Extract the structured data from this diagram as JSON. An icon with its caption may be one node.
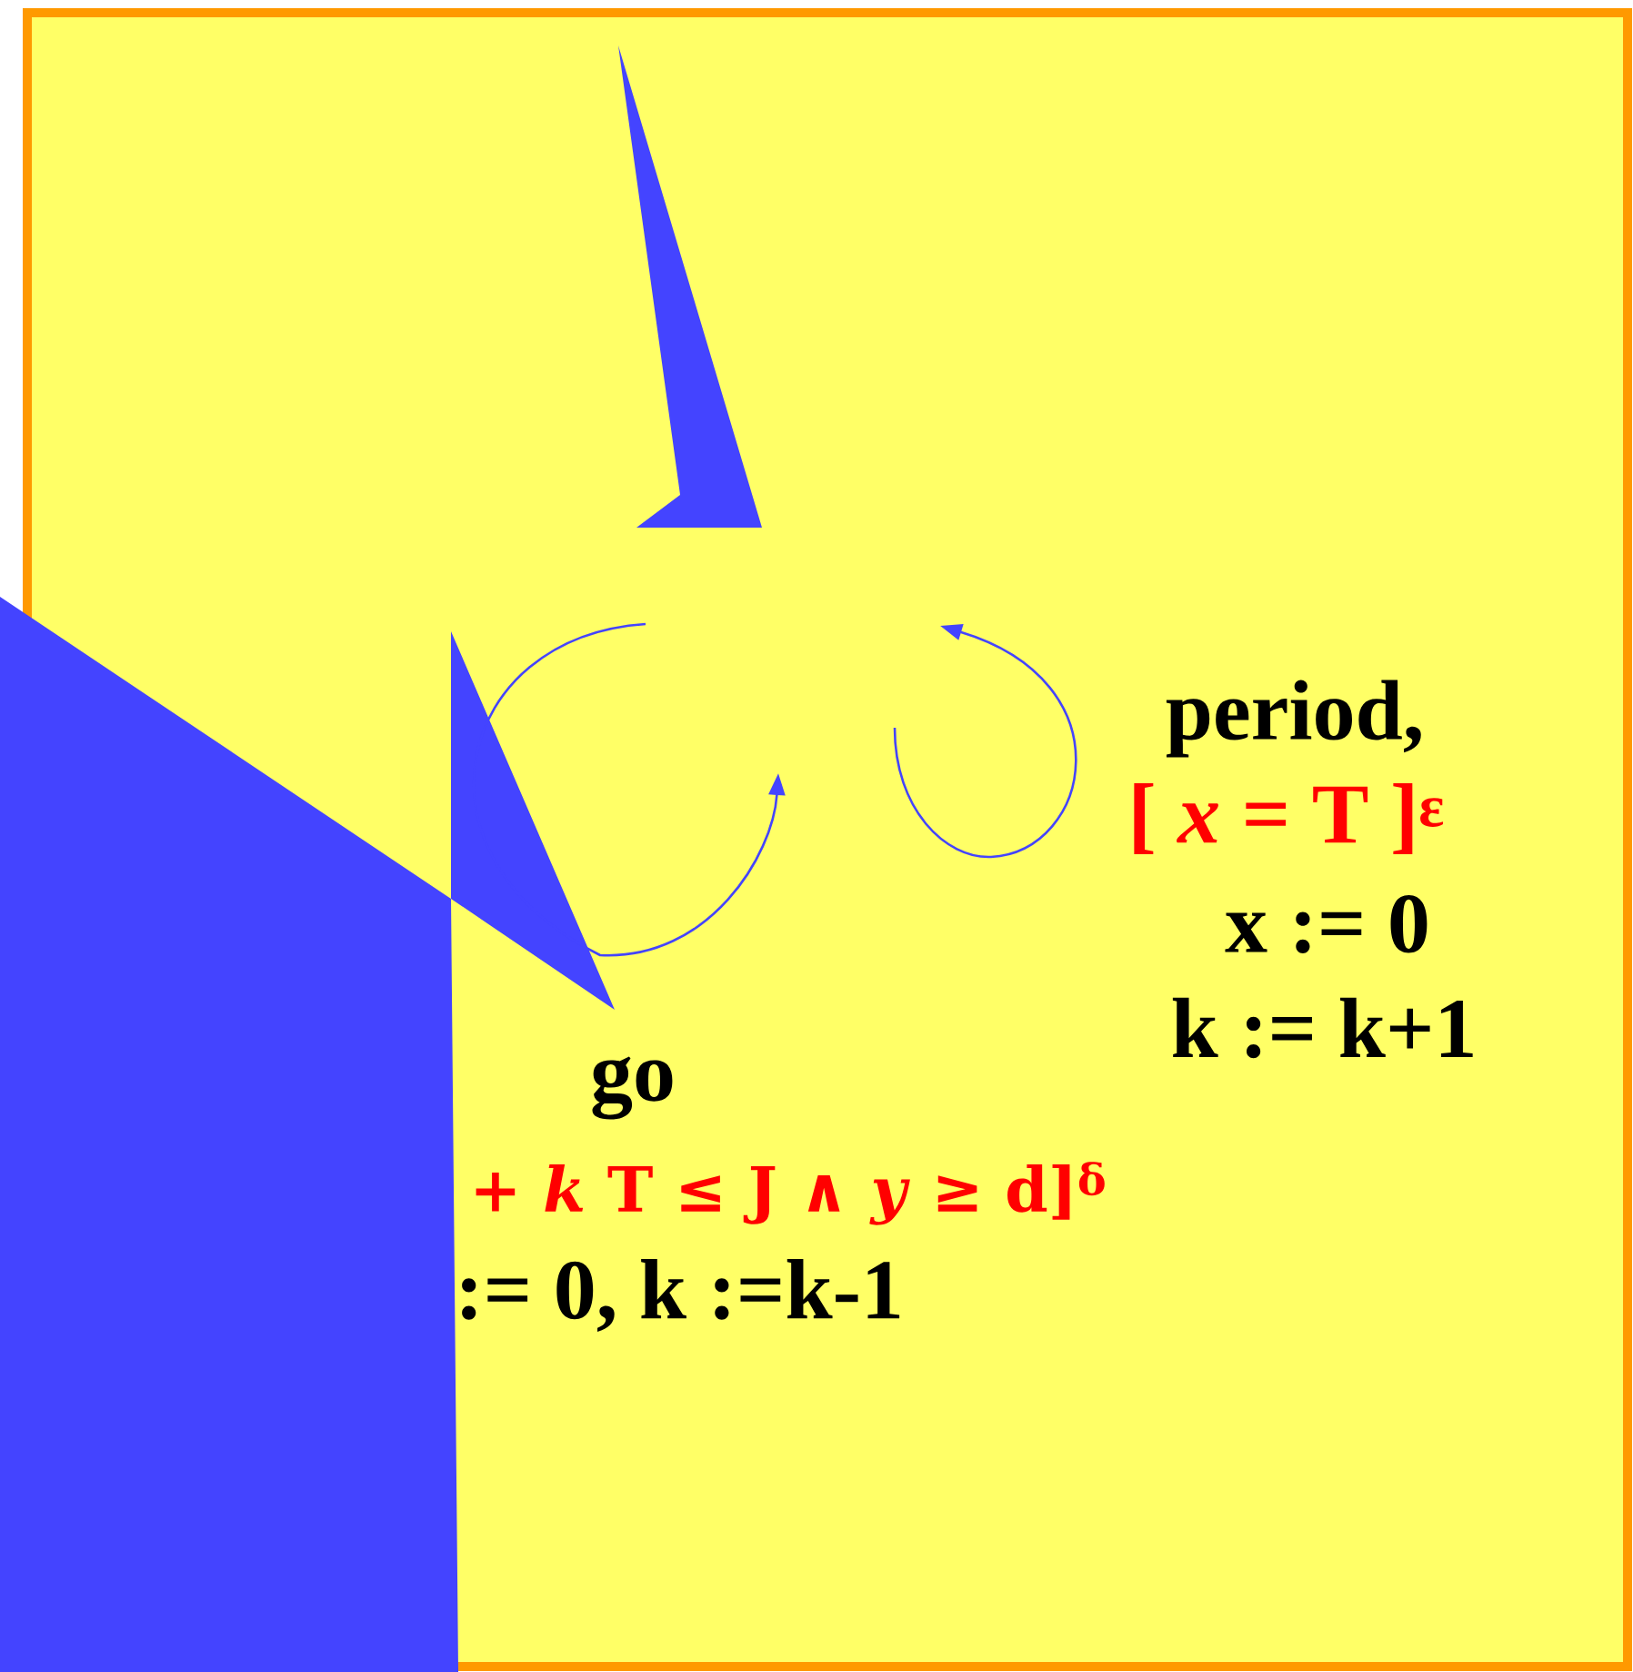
{
  "diagram": {
    "labels": [
      "period,",
      "[ *x* = T ]$^{ε}$",
      "x := 0",
      "k := k+1",
      "go",
      "+ *k* T ≤ J ∧ *y* ≥ d]$^{δ}$",
      ":= 0, k :=k-1"
    ]
  }
}
